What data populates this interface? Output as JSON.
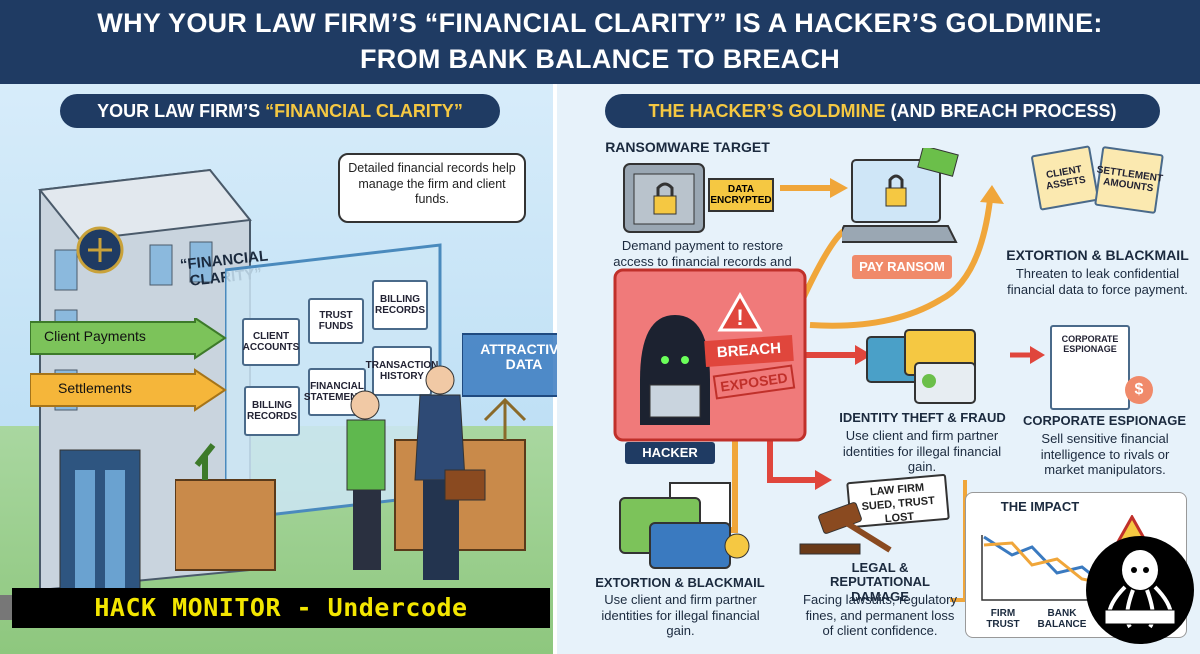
{
  "header": {
    "line1": "WHY YOUR LAW FIRM’S “FINANCIAL CLARITY” IS A HACKER’S GOLDMINE:",
    "line2": "FROM BANK BALANCE TO BREACH"
  },
  "left": {
    "title_a": "YOUR LAW FIRM’S ",
    "title_b": "“FINANCIAL CLARITY”",
    "bubble": "Detailed financial records help manage the firm and client funds.",
    "board": "“FINANCIAL CLARITY”",
    "inputs": [
      "Client Payments",
      "Settlements"
    ],
    "records": [
      "CLIENT ACCOUNTS",
      "TRUST FUNDS",
      "BILLING RECORDS",
      "BILLING RECORDS",
      "FINANCIAL STATEMENTS",
      "TRANSACTION HISTORY"
    ],
    "arrow": "ATTRACTIVE DATA"
  },
  "right": {
    "title_a": "THE HACKER’S GOLDMINE ",
    "title_b": "(AND BREACH PROCESS)",
    "ransom": {
      "title": "RANSOMWARE TARGET",
      "tag": "DATA ENCRYPTED",
      "desc": "Demand payment to restore access to financial records and client funds.",
      "button": "PAY RANSOM"
    },
    "extortion1": {
      "docs": [
        "CLIENT ASSETS",
        "SETTLEMENT AMOUNTS"
      ],
      "title": "EXTORTION & BLACKMAIL",
      "desc": "Threaten to leak confidential financial data to force payment."
    },
    "hacker": {
      "label": "HACKER",
      "breach": "BREACH",
      "exposed": "EXPOSED"
    },
    "identity": {
      "title": "IDENTITY THEFT & FRAUD",
      "desc": "Use client and firm partner identities for illegal financial gain."
    },
    "espionage": {
      "doc": "CORPORATE ESPIONAGE",
      "title": "CORPORATE ESPIONAGE",
      "desc": "Sell sensitive financial intelligence to rivals or market manipulators."
    },
    "extortion2": {
      "title": "EXTORTION & BLACKMAIL",
      "desc": "Use client and firm partner identities for illegal financial gain."
    },
    "legal": {
      "sign": "LAW FIRM SUED, TRUST LOST",
      "title": "LEGAL & REPUTATIONAL DAMAGE",
      "desc": "Facing lawsuits, regulatory fines, and permanent loss of client confidence."
    },
    "impact": {
      "title": "THE IMPACT",
      "labels": [
        "FIRM TRUST",
        "BANK BALANCE"
      ]
    }
  },
  "badge": "HACK MONITOR - Undercode",
  "colors": {
    "navy": "#1f3b63",
    "yellow": "#f5c842",
    "red": "#e0463c",
    "green": "#6bbf4a",
    "orange": "#f0a63a"
  }
}
